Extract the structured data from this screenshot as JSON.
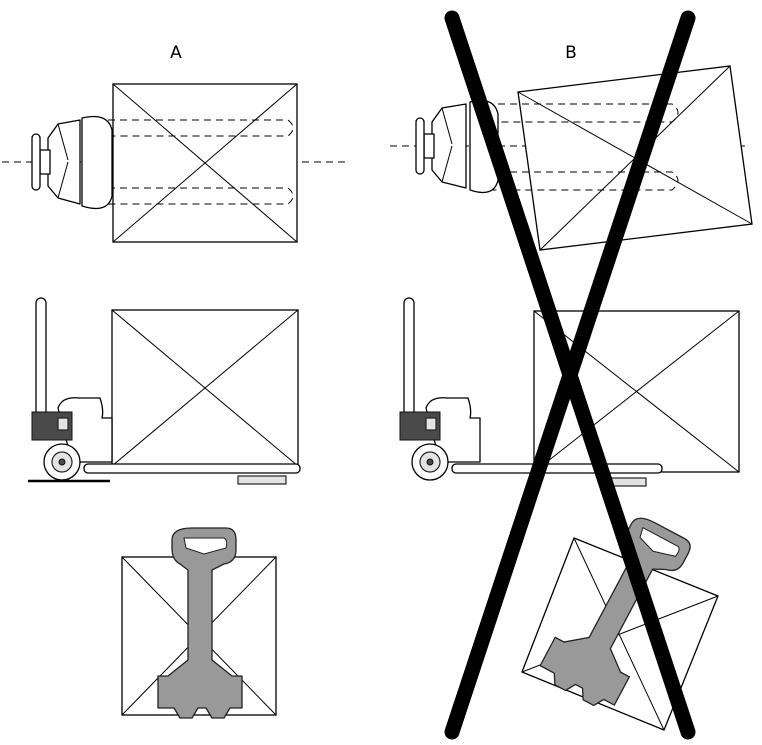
{
  "labels": {
    "correct": "A",
    "incorrect": "B"
  },
  "icons": {
    "prohibited_mark": "large-x-cross"
  }
}
